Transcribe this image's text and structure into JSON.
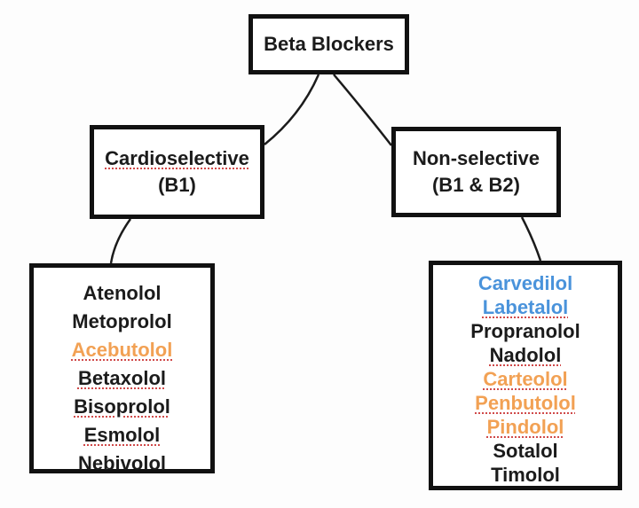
{
  "colors": {
    "black": "#1b1b1b",
    "orange": "#f2a154",
    "blue": "#4a93db",
    "squiggle": "#d04a4a",
    "border": "#111111",
    "line": "#1b1b1b",
    "background": "#fdfdfd"
  },
  "nodes": {
    "root": {
      "label": "Beta Blockers"
    },
    "cardioselective": {
      "line1": "Cardioselective",
      "line2": "(B1)",
      "line1_misspelled": true
    },
    "nonselective": {
      "line1": "Non-selective",
      "line2": "(B1 & B2)",
      "line1_misspelled": false
    }
  },
  "lists": {
    "cardioselective": [
      {
        "name": "Atenolol",
        "color": "black",
        "misspelled": false
      },
      {
        "name": "Metoprolol",
        "color": "black",
        "misspelled": false
      },
      {
        "name": "Acebutolol",
        "color": "orange",
        "misspelled": true
      },
      {
        "name": "Betaxolol",
        "color": "black",
        "misspelled": true
      },
      {
        "name": "Bisoprolol",
        "color": "black",
        "misspelled": true
      },
      {
        "name": "Esmolol",
        "color": "black",
        "misspelled": true
      },
      {
        "name": "Nebivolol",
        "color": "black",
        "misspelled": false
      }
    ],
    "nonselective": [
      {
        "name": "Carvedilol",
        "color": "blue",
        "misspelled": false
      },
      {
        "name": "Labetalol",
        "color": "blue",
        "misspelled": true
      },
      {
        "name": "Propranolol",
        "color": "black",
        "misspelled": false
      },
      {
        "name": "Nadolol",
        "color": "black",
        "misspelled": true
      },
      {
        "name": "Carteolol",
        "color": "orange",
        "misspelled": true
      },
      {
        "name": "Penbutolol",
        "color": "orange",
        "misspelled": true
      },
      {
        "name": "Pindolol",
        "color": "orange",
        "misspelled": true
      },
      {
        "name": "Sotalol",
        "color": "black",
        "misspelled": false
      },
      {
        "name": "Timolol",
        "color": "black",
        "misspelled": false
      }
    ]
  }
}
